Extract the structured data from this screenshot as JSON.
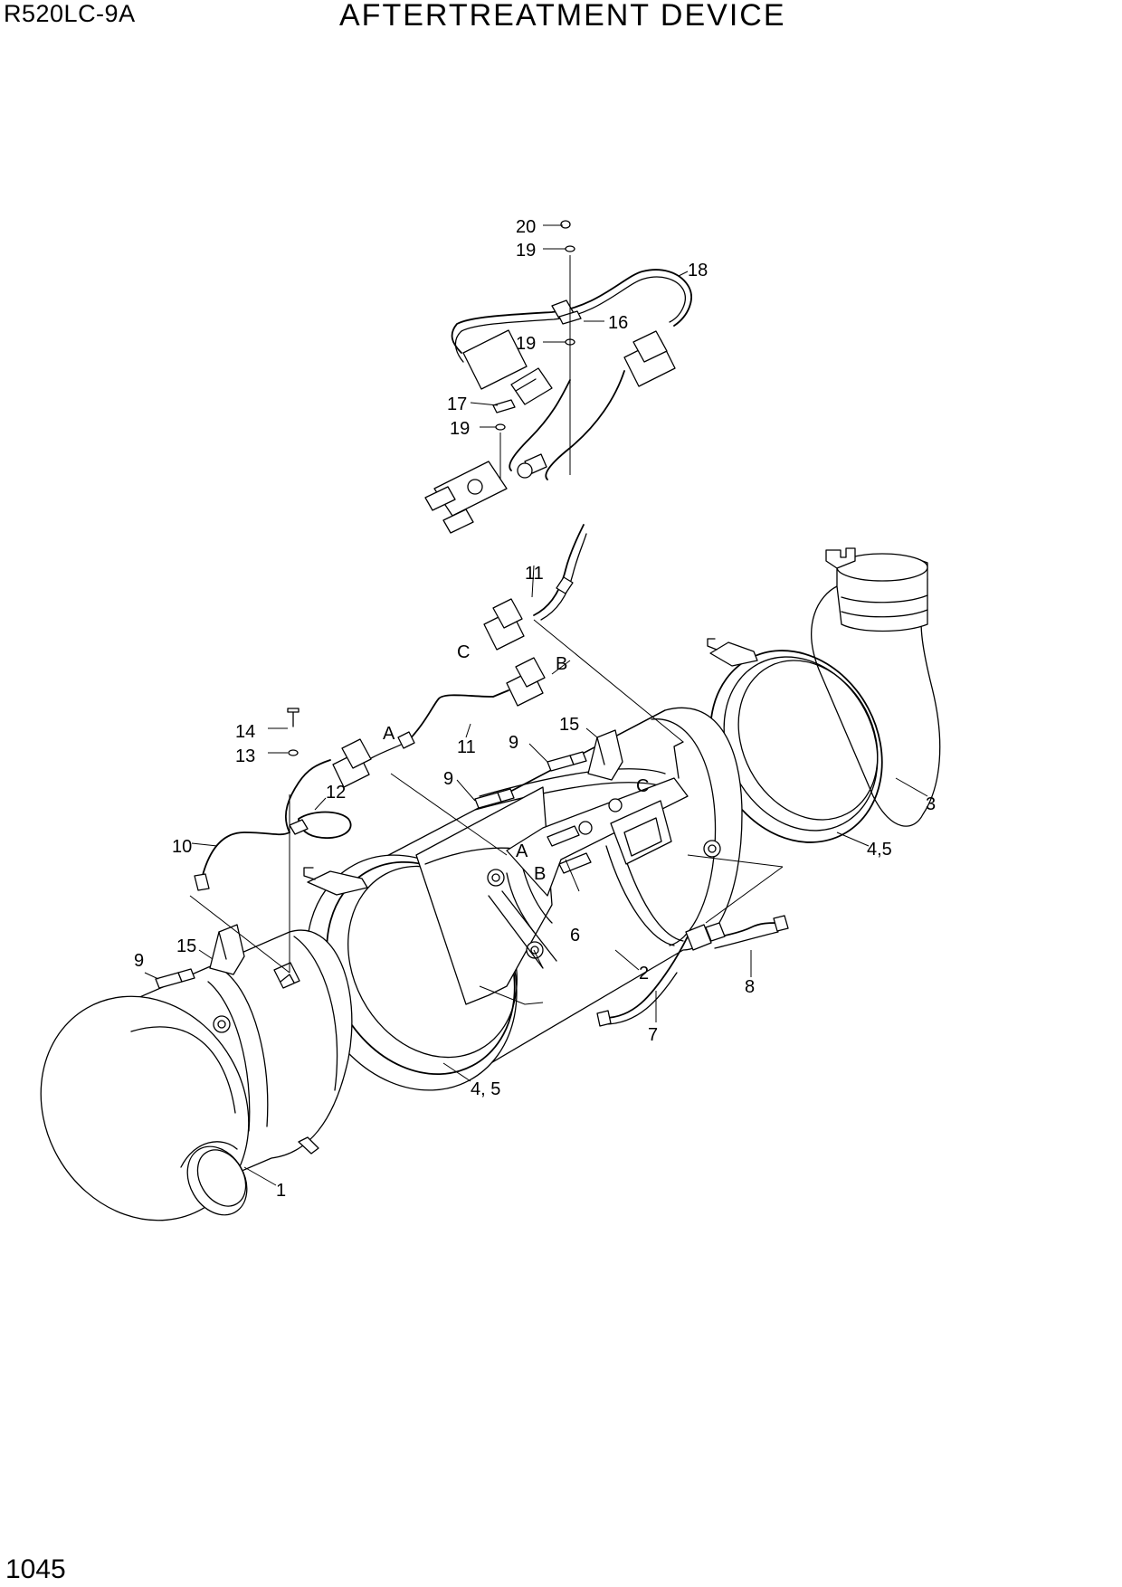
{
  "header": {
    "model": "R520LC-9A",
    "title": "AFTERTREATMENT DEVICE"
  },
  "footer": {
    "page_number": "1045"
  },
  "callouts": {
    "c1": "1",
    "c2": "2",
    "c3": "3",
    "c45_left": "4, 5",
    "c45_right": "4,5",
    "c6": "6",
    "c7": "7",
    "c8": "8",
    "c9_left": "9",
    "c9_mid": "9",
    "c9_top": "9",
    "c10": "10",
    "c11_upper": "11",
    "c11_lower": "11",
    "c12": "12",
    "c13": "13",
    "c14": "14",
    "c15_left": "15",
    "c15_right": "15",
    "c16": "16",
    "c17": "17",
    "c18": "18",
    "c19_a": "19",
    "c19_b": "19",
    "c19_c": "19",
    "c20": "20",
    "ref_a_sensor": "A",
    "ref_a_bracket": "A",
    "ref_b_sensor": "B",
    "ref_b_bracket": "B",
    "ref_c_sensor": "C",
    "ref_c_bracket": "C"
  }
}
